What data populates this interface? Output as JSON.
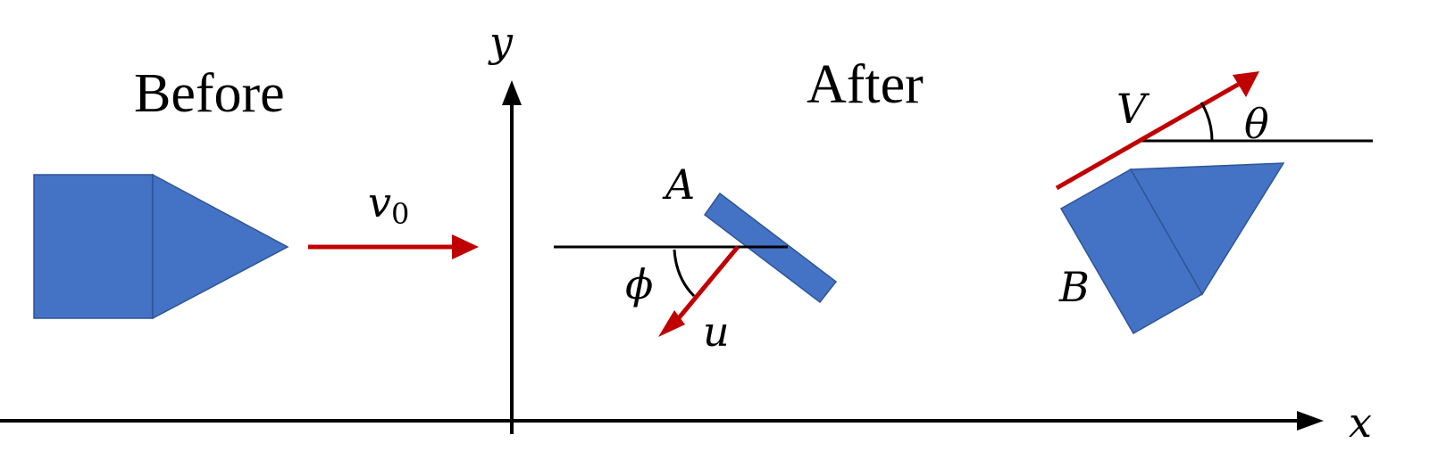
{
  "labels": {
    "before": "Before",
    "after": "After",
    "y_axis": "y",
    "x_axis": "x",
    "v0_symbol": "v",
    "v0_subscript": "0",
    "body_a": "A",
    "body_b": "B",
    "u": "u",
    "phi": "ϕ",
    "V": "V",
    "theta": "θ"
  },
  "colors": {
    "body_fill": "#4472C4",
    "body_stroke": "#2F5597",
    "arrow": "#C00000",
    "axis": "#000000"
  }
}
